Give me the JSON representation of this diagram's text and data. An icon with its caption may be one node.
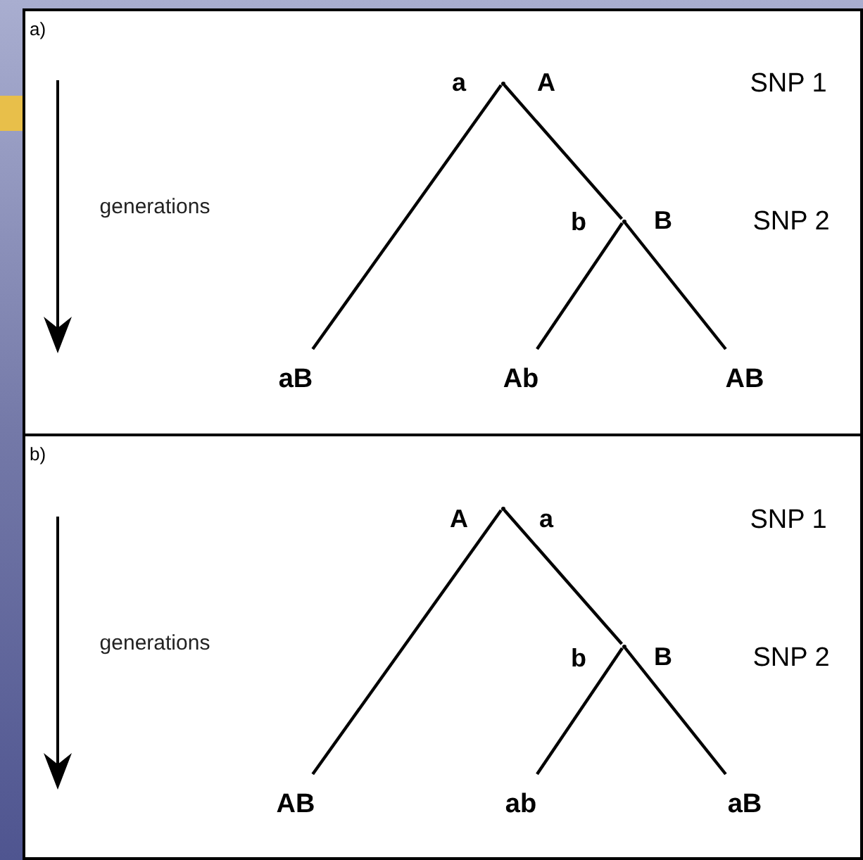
{
  "diagram": {
    "nodes": [
      {
        "text": [
          "a)"
        ]
      },
      {
        "text": [],
        "shape": "point",
        "in": 0
      },
      {
        "text": [],
        "shape": "point",
        "in": 0
      },
      {
        "text": [
          "aB"
        ],
        "in": 0
      },
      {
        "text": [
          "Ab"
        ],
        "in": 0
      },
      {
        "text": [
          "AB"
        ],
        "in": 0
      },
      {
        "text": [
          "b)"
        ]
      },
      {
        "text": [],
        "shape": "point",
        "in": 6
      },
      {
        "text": [],
        "shape": "point",
        "in": 6
      },
      {
        "text": [
          "AB"
        ],
        "in": 6
      },
      {
        "text": [
          "ab"
        ],
        "in": 6
      },
      {
        "text": [
          "aB"
        ],
        "in": 6
      }
    ],
    "edges": [
      {
        "from": 1,
        "to": 3,
        "arrow": "none"
      },
      {
        "from": 1,
        "to": 2,
        "arrow": "none"
      },
      {
        "from": 2,
        "to": 4,
        "arrow": "none"
      },
      {
        "from": 2,
        "to": 5,
        "arrow": "none"
      },
      {
        "from": 7,
        "to": 9,
        "arrow": "none"
      },
      {
        "from": 7,
        "to": 8,
        "arrow": "none"
      },
      {
        "from": 8,
        "to": 10,
        "arrow": "none"
      },
      {
        "from": 8,
        "to": 11,
        "arrow": "none"
      }
    ],
    "labels": [
      "a",
      "A",
      "SNP 1",
      "generations",
      "b",
      "B",
      "SNP 2",
      "A",
      "a",
      "SNP 1",
      "generations",
      "b",
      "B",
      "SNP 2"
    ]
  }
}
